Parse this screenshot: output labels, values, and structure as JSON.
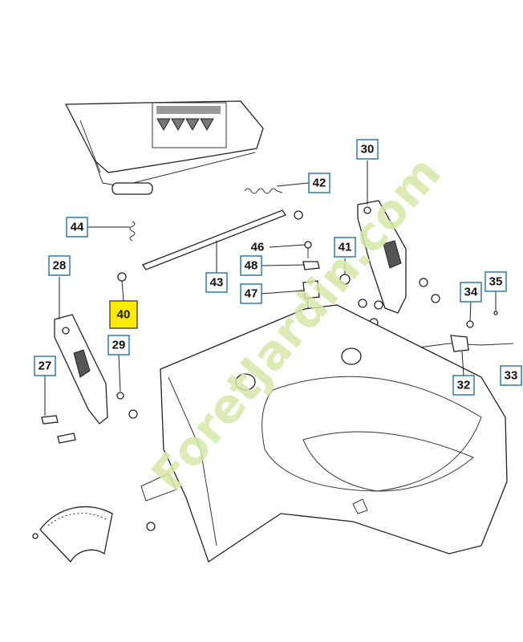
{
  "diagram": {
    "callouts": [
      {
        "id": "42",
        "label": "42"
      },
      {
        "id": "30",
        "label": "30"
      },
      {
        "id": "44",
        "label": "44"
      },
      {
        "id": "46",
        "label": "46"
      },
      {
        "id": "48",
        "label": "48"
      },
      {
        "id": "41",
        "label": "41"
      },
      {
        "id": "28",
        "label": "28"
      },
      {
        "id": "43",
        "label": "43"
      },
      {
        "id": "47",
        "label": "47"
      },
      {
        "id": "35",
        "label": "35"
      },
      {
        "id": "34",
        "label": "34"
      },
      {
        "id": "40",
        "label": "40",
        "highlight": true
      },
      {
        "id": "29",
        "label": "29"
      },
      {
        "id": "27",
        "label": "27"
      },
      {
        "id": "32",
        "label": "32"
      },
      {
        "id": "33",
        "label": "33"
      }
    ],
    "highlight_color": "#ffea00",
    "box_color": "#1f6fa8"
  },
  "watermark": {
    "text": "ForetJardin.com",
    "color": "#d6e7a6"
  }
}
